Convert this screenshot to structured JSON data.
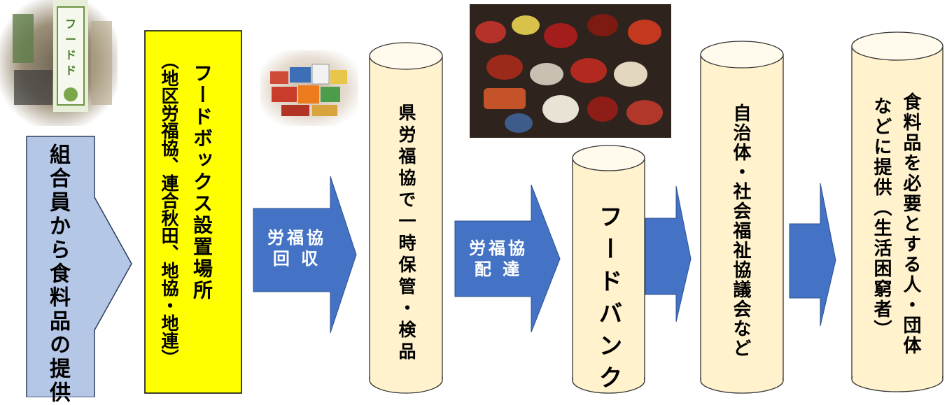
{
  "colors": {
    "step1_fill": "#b4c7e7",
    "step2_fill": "#ffff00",
    "cylinder_fill": "#fff2cc",
    "arrow_blue": "#4472c4"
  },
  "step1": {
    "text": "組合員から食料品の提供"
  },
  "step2": {
    "line1": "フードボックス設置場所",
    "line2": "（地区労福協、連合秋田、地協・地連）"
  },
  "arrow1": {
    "line1": "労福協",
    "line2": "回 収"
  },
  "step3": {
    "text": "県労福協で一時保管・検品"
  },
  "arrow2": {
    "line1": "労福協",
    "line2": "配 達"
  },
  "step4": {
    "text": "フードバンク"
  },
  "step5": {
    "text": "自治体・社会福祉協議会など"
  },
  "step6": {
    "line1": "食料品を必要とする人・団体",
    "line2": "などに提供（生活困窮者）"
  },
  "photos": {
    "photo1": "food-drive-banner-photo",
    "photo2": "food-items-photo",
    "photo3": "canned-food-photo"
  }
}
